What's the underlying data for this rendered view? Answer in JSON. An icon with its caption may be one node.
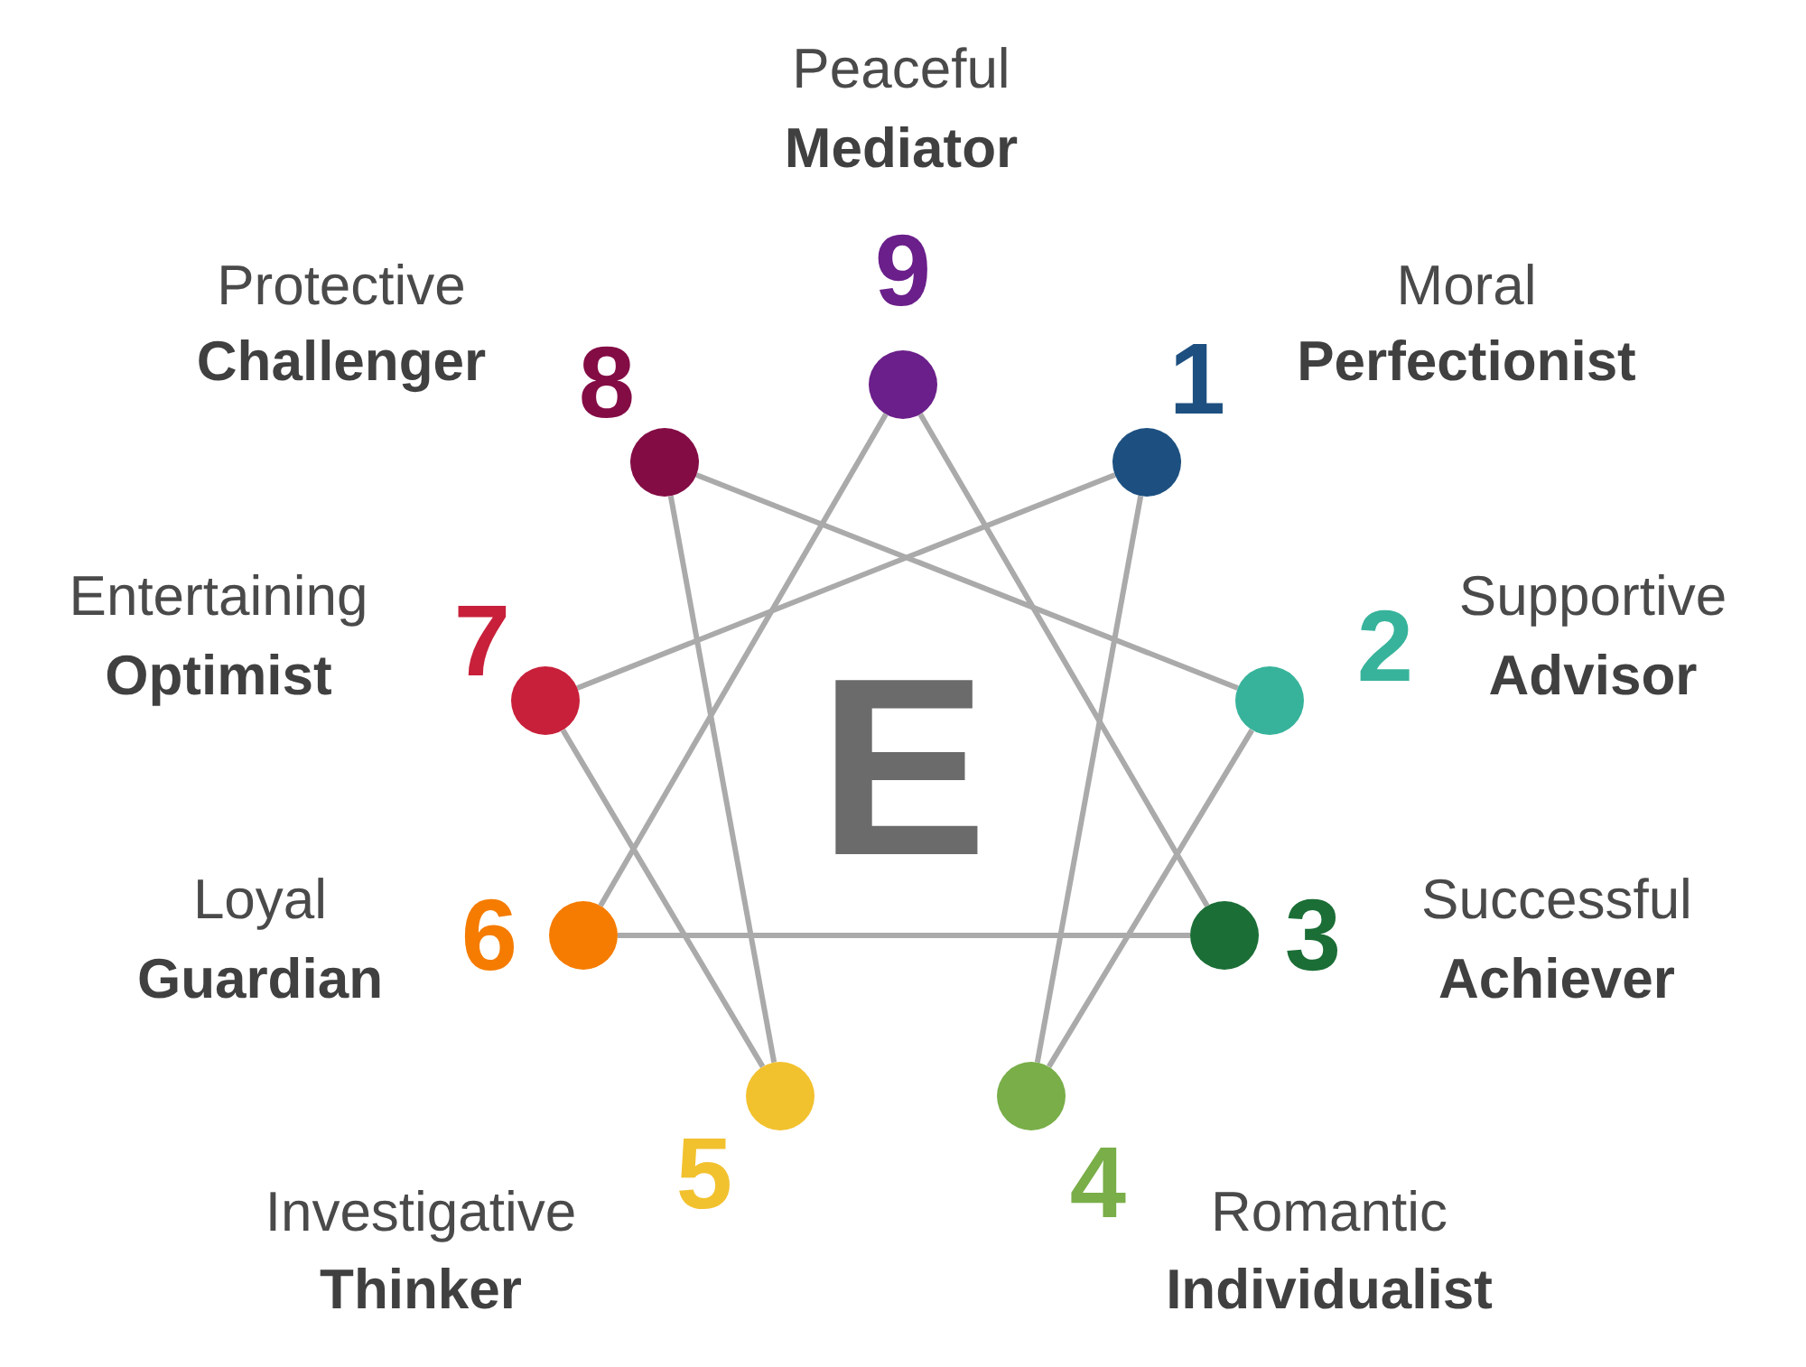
{
  "diagram": {
    "nodes": [
      {
        "text": [],
        "shape": "circle",
        "beside": [
          "9",
          "Peaceful",
          "Mediator"
        ]
      },
      {
        "text": [],
        "shape": "circle",
        "beside": [
          "8",
          "Protective",
          "Challenger"
        ]
      },
      {
        "text": [],
        "shape": "circle",
        "beside": [
          "1",
          "Moral",
          "Perfectionist"
        ]
      },
      {
        "text": [],
        "shape": "circle",
        "beside": [
          "7",
          "Entertaining",
          "Optimist"
        ]
      },
      {
        "text": [],
        "shape": "circle",
        "beside": [
          "2",
          "Supportive",
          "Advisor"
        ]
      },
      {
        "text": [],
        "shape": "circle",
        "beside": [
          "6",
          "Loyal",
          "Guardian"
        ]
      },
      {
        "text": [],
        "shape": "circle",
        "beside": [
          "3",
          "Successful",
          "Achiever"
        ]
      },
      {
        "text": [],
        "shape": "circle",
        "beside": [
          "5",
          "Investigative",
          "Thinker"
        ]
      },
      {
        "text": [],
        "shape": "circle",
        "beside": [
          "4",
          "Romantic",
          "Individualist"
        ]
      }
    ],
    "edges": [
      {
        "from": 0,
        "to": 6,
        "arrow": "none"
      },
      {
        "from": 6,
        "to": 5,
        "arrow": "none"
      },
      {
        "from": 5,
        "to": 0,
        "arrow": "none"
      },
      {
        "from": 2,
        "to": 8,
        "arrow": "none"
      },
      {
        "from": 8,
        "to": 4,
        "arrow": "none"
      },
      {
        "from": 4,
        "to": 1,
        "arrow": "none"
      },
      {
        "from": 1,
        "to": 7,
        "arrow": "none"
      },
      {
        "from": 7,
        "to": 3,
        "arrow": "none"
      },
      {
        "from": 3,
        "to": 2,
        "arrow": "none"
      }
    ],
    "labels": [
      "E"
    ]
  }
}
